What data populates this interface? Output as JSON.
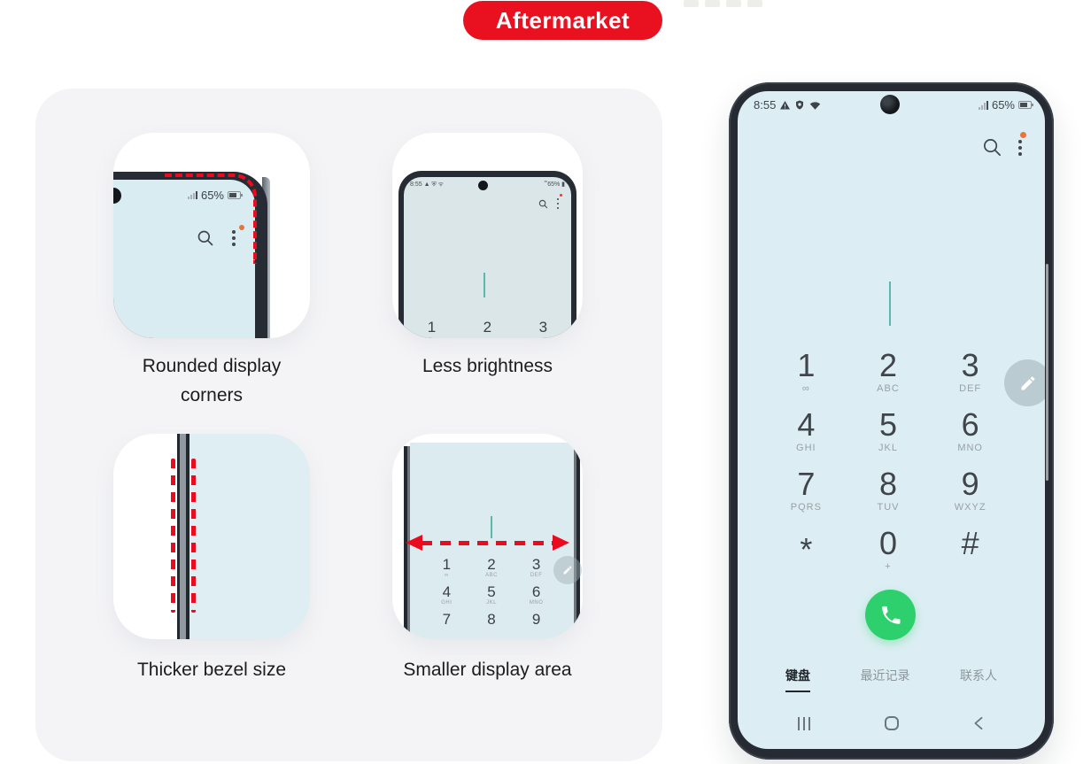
{
  "badge": {
    "label": "Aftermarket"
  },
  "colors": {
    "accent_red": "#e9111f",
    "call_green": "#2ed06e",
    "cursor_teal": "#5cb8ab",
    "screen_blue": "#dceef3",
    "bezel_dark": "#272c34",
    "panel_gray": "#f4f4f6",
    "notification_orange": "#e8743b"
  },
  "defect_panel": {
    "card1": {
      "caption": "Rounded display corners",
      "battery": "65%"
    },
    "card2": {
      "caption": "Less brightness",
      "time": "8:55",
      "battery": "65%",
      "digits": [
        "1",
        "2",
        "3"
      ]
    },
    "card3": {
      "caption": "Thicker bezel size"
    },
    "card4": {
      "caption": "Smaller display area",
      "keys": [
        {
          "d": "1",
          "s": "∞"
        },
        {
          "d": "2",
          "s": "ABC"
        },
        {
          "d": "3",
          "s": "DEF"
        },
        {
          "d": "4",
          "s": "GHI"
        },
        {
          "d": "5",
          "s": "JKL"
        },
        {
          "d": "6",
          "s": "MNO"
        },
        {
          "d": "7",
          "s": ""
        },
        {
          "d": "8",
          "s": ""
        },
        {
          "d": "9",
          "s": ""
        }
      ]
    }
  },
  "phone": {
    "status": {
      "time": "8:55",
      "battery": "65%"
    },
    "keys": [
      {
        "d": "1",
        "s": "∞"
      },
      {
        "d": "2",
        "s": "ABC"
      },
      {
        "d": "3",
        "s": "DEF"
      },
      {
        "d": "4",
        "s": "GHI"
      },
      {
        "d": "5",
        "s": "JKL"
      },
      {
        "d": "6",
        "s": "MNO"
      },
      {
        "d": "7",
        "s": "PQRS"
      },
      {
        "d": "8",
        "s": "TUV"
      },
      {
        "d": "9",
        "s": "WXYZ"
      },
      {
        "d": "*",
        "s": ""
      },
      {
        "d": "0",
        "s": "+"
      },
      {
        "d": "#",
        "s": ""
      }
    ],
    "tabs": [
      {
        "label": "键盘",
        "active": true
      },
      {
        "label": "最近记录",
        "active": false
      },
      {
        "label": "联系人",
        "active": false
      }
    ]
  }
}
